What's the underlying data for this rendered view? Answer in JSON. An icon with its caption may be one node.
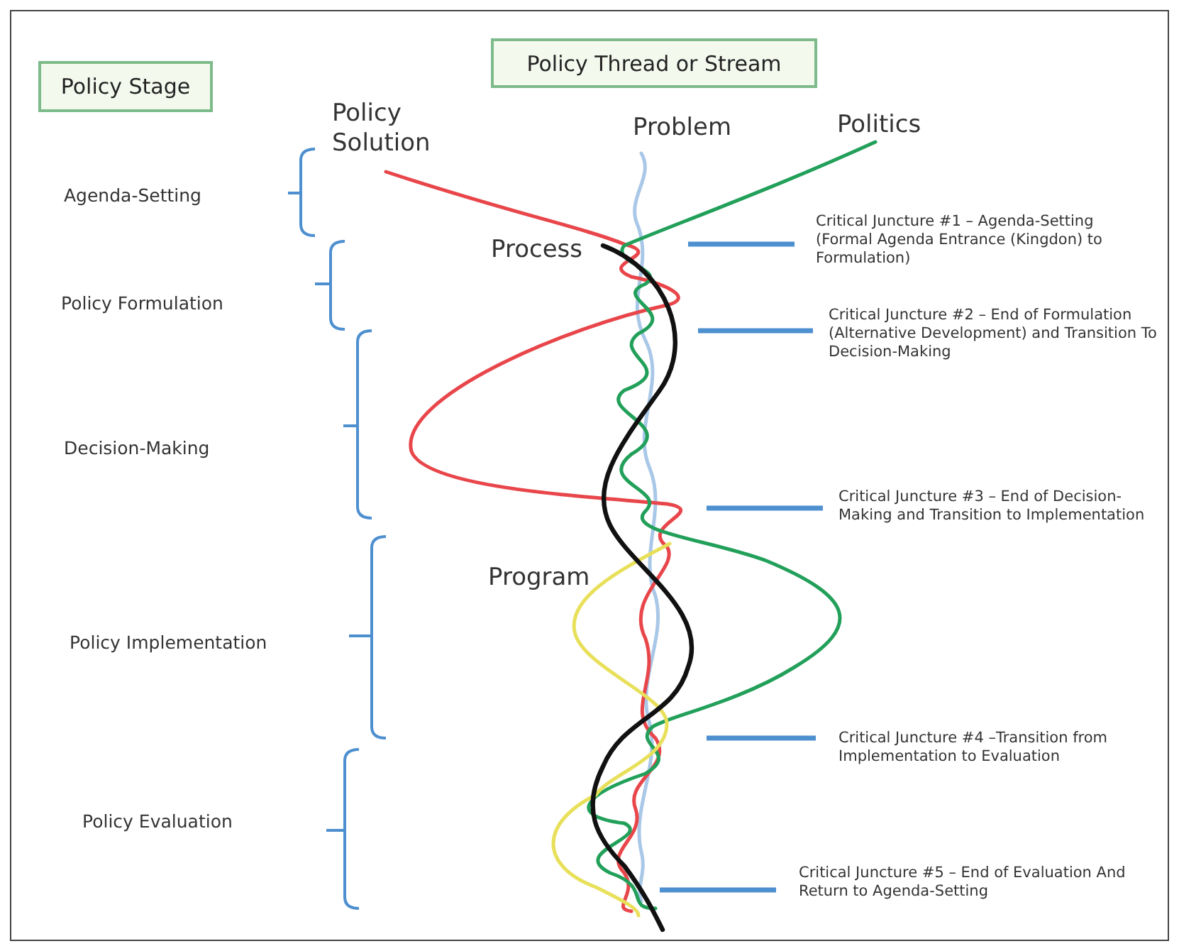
{
  "diagram": {
    "nodes": [
      {
        "text": [
          "Policy Stage"
        ]
      },
      {
        "text": [
          "Policy Thread or Stream"
        ]
      }
    ],
    "labels": [
      "Policy Solution",
      "Problem",
      "Politics",
      "Agenda-Setting",
      "Process",
      "Critical Juncture #1 – Agenda-Setting (Formal Agenda Entrance (Kingdon) to Formulation)",
      "Policy Formulation",
      "Critical Juncture #2 – End of Formulation (Alternative Development) and Transition To Decision-Making",
      "Decision-Making",
      "Critical Juncture #3 – End of Decision-Making and Transition to Implementation",
      "Program",
      "Policy Implementation",
      "Critical Juncture #4 –Transition from Implementation to Evaluation",
      "Policy Evaluation",
      "Critical Juncture #5 – End of Evaluation And Return to Agenda-Setting"
    ]
  }
}
